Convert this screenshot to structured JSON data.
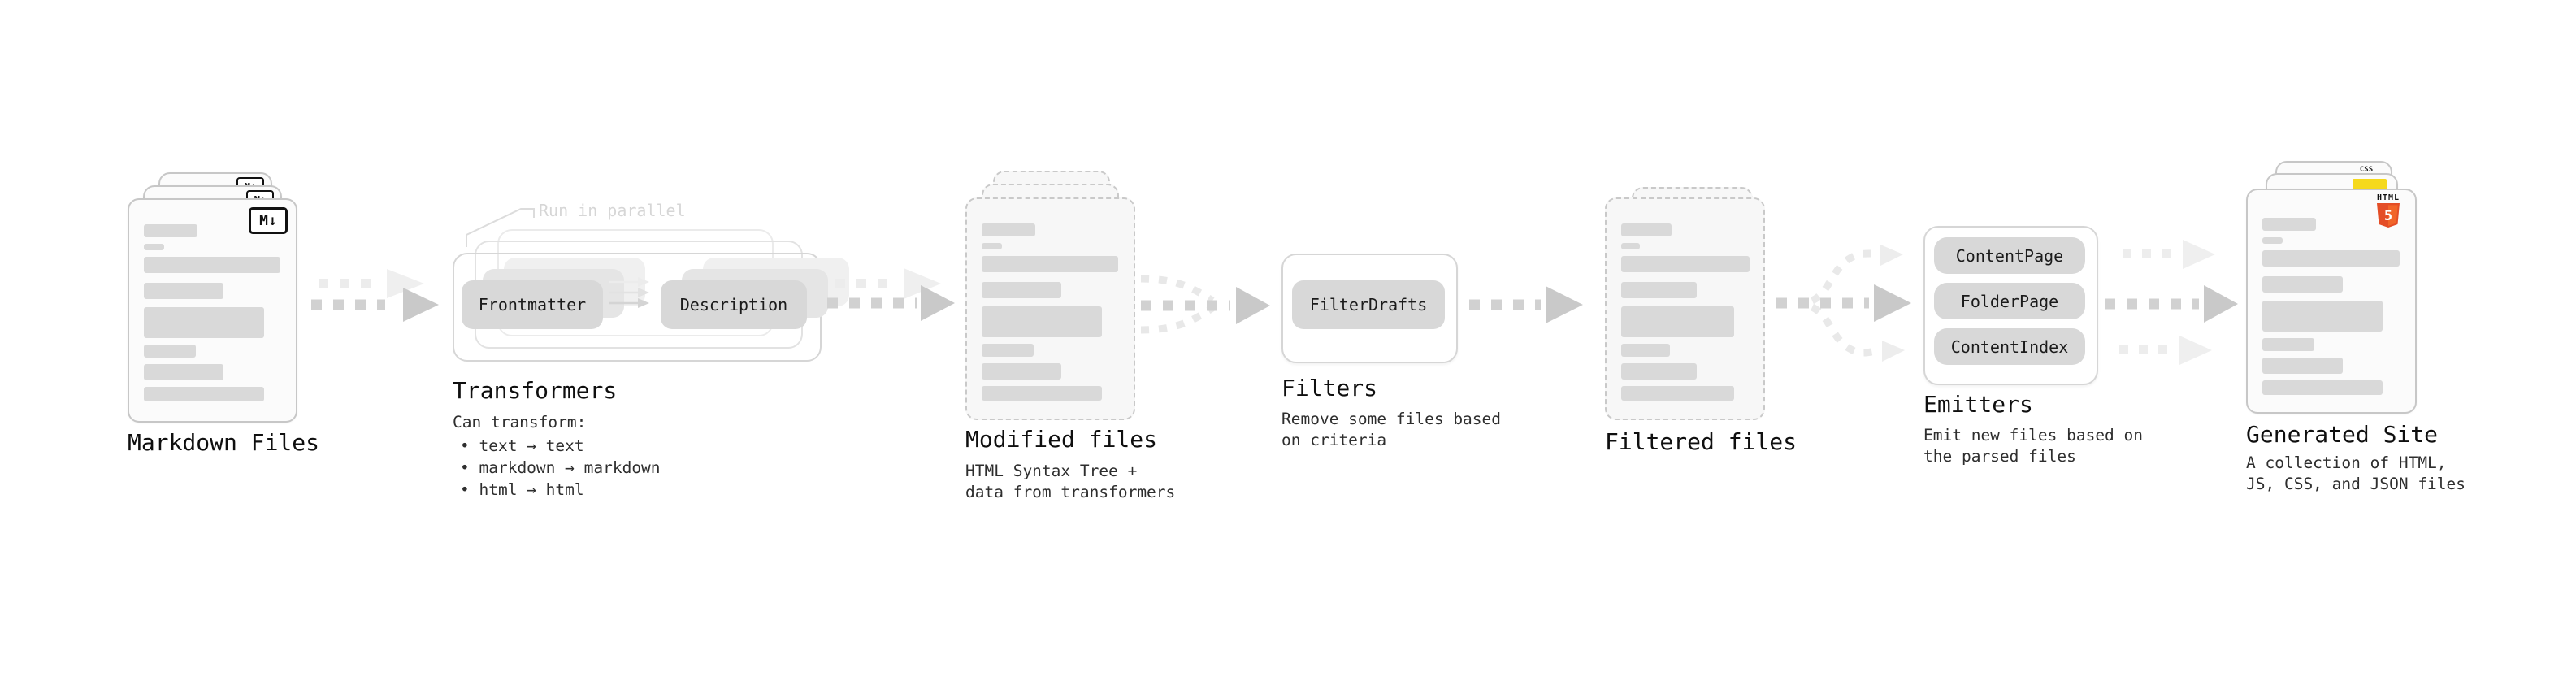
{
  "sections": {
    "markdown": {
      "title": "Markdown Files",
      "badge": "M↓"
    },
    "transformers": {
      "title": "Transformers",
      "parallel_note": "Run in parallel",
      "lead": "Can transform:",
      "bullets": [
        "• text → text",
        "• markdown → markdown",
        "• html → html"
      ],
      "node1": "Frontmatter",
      "node2": "Description"
    },
    "modified": {
      "title": "Modified files",
      "sub1": "HTML Syntax Tree +",
      "sub2": "data from transformers"
    },
    "filters": {
      "title": "Filters",
      "sub1": "Remove some files based",
      "sub2": "on criteria",
      "node1": "FilterDrafts"
    },
    "filtered": {
      "title": "Filtered files"
    },
    "emitters": {
      "title": "Emitters",
      "sub1": "Emit new files based on",
      "sub2": "the parsed files",
      "node1": "ContentPage",
      "node2": "FolderPage",
      "node3": "ContentIndex"
    },
    "generated": {
      "title": "Generated Site",
      "sub1": "A collection of HTML,",
      "sub2": "JS, CSS, and JSON files",
      "badge_html_label": "HTML",
      "badge_html_number": "5",
      "badge_css": "CSS"
    }
  },
  "colors": {
    "skeleton_bar": "#d9d9d9",
    "arrow_dark": "#d1d1d1",
    "arrow_light": "#ececec",
    "html5_orange": "#e44d26",
    "html5_orange_light": "#f16529",
    "js_yellow": "#f5d91d",
    "css_blue": "#2b6bf3"
  }
}
